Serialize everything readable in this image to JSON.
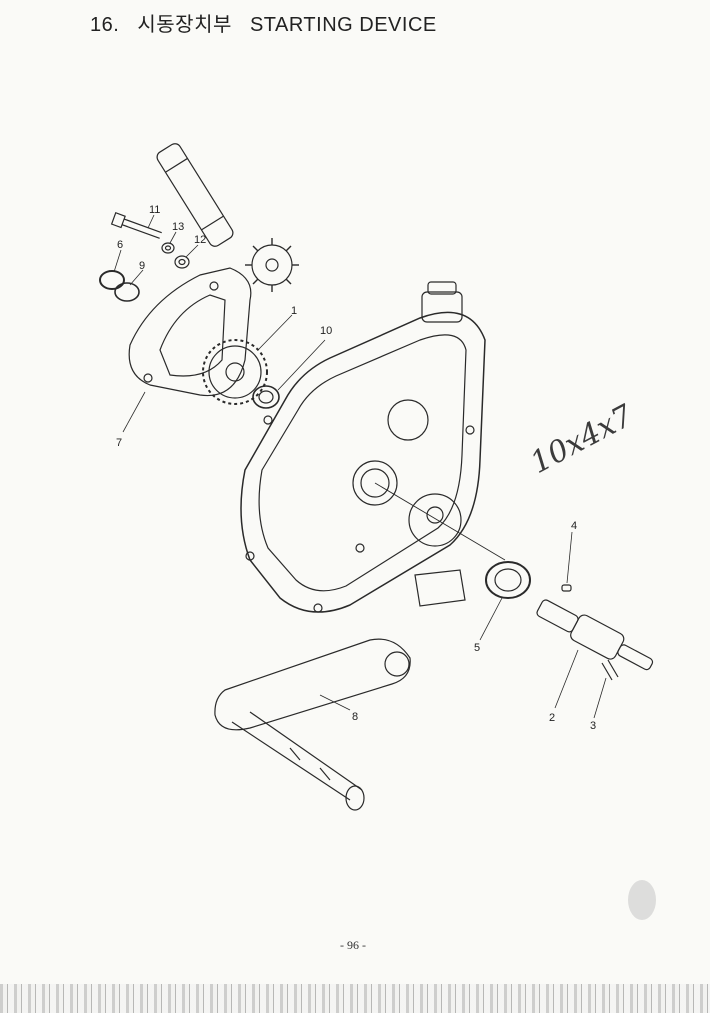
{
  "page": {
    "section_number": "16.",
    "title_korean": "시동장치부",
    "title_english": "STARTING DEVICE",
    "page_number": "- 96 -",
    "handwritten_note": "10x4x7"
  },
  "callouts": [
    "1",
    "2",
    "3",
    "4",
    "5",
    "6",
    "7",
    "8",
    "9",
    "10",
    "11",
    "12",
    "13"
  ],
  "colors": {
    "ink": "#222222",
    "paper": "#fafaf7"
  }
}
